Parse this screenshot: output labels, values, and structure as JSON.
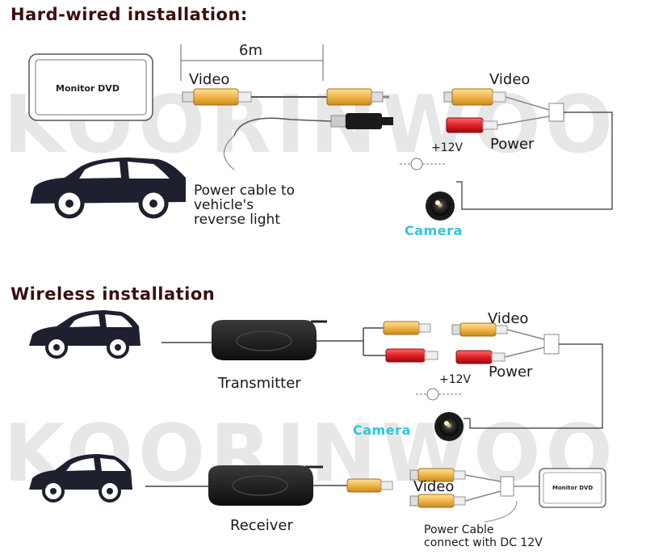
{
  "watermark": "KOORINWOO",
  "hardwired": {
    "heading": "Hard-wired installation:",
    "cable_length": "6m",
    "monitor_label": "Monitor DVD",
    "video_left": "Video",
    "video_right": "Video",
    "voltage": "+12V",
    "power": "Power",
    "power_cable_note": [
      "Power cable to",
      "vehicle's",
      "reverse light"
    ],
    "camera": "Camera"
  },
  "wireless": {
    "heading": "Wireless installation",
    "transmitter": "Transmitter",
    "receiver": "Receiver",
    "video_top": "Video",
    "voltage": "+12V",
    "power": "Power",
    "camera": "Camera",
    "video_bottom": "Video",
    "monitor_label": "Monitor DVD",
    "power_cable_note": [
      "Power Cable",
      "connect with DC 12V"
    ]
  },
  "colors": {
    "heading": "#3a0f0f",
    "camera_label": "#2ec6df",
    "rca_yellow": "#f2c25a",
    "rca_red": "#e0202a",
    "car_dark": "#1e2030",
    "module": "#1c1c1c"
  }
}
